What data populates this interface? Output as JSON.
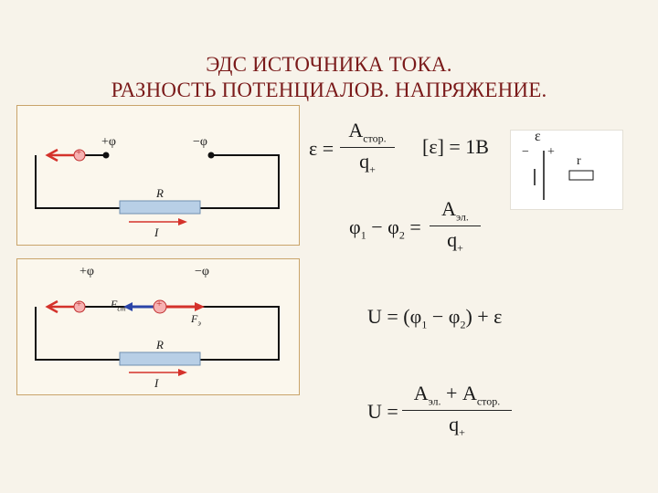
{
  "title": {
    "line1": "ЭДС ИСТОЧНИКА ТОКА.",
    "line2": "РАЗНОСТЬ ПОТЕНЦИАЛОВ. НАПРЯЖЕНИЕ."
  },
  "circuit1": {
    "plus_phi": "+φ",
    "minus_phi": "−φ",
    "charge": "+",
    "resistor_label": "R",
    "current_label": "I"
  },
  "circuit2": {
    "plus_phi": "+φ",
    "minus_phi": "−φ",
    "charge_left": "+",
    "charge_mid": "+",
    "force_ext_symbol": "F",
    "force_ext_sub": "ст",
    "force_el_symbol": "F",
    "force_el_sub": "э",
    "resistor_label": "R",
    "current_label": "I"
  },
  "source_symbol": {
    "emf": "ε",
    "minus": "−",
    "plus": "+",
    "r": "r"
  },
  "formulas": {
    "emf_lhs": "ε =",
    "emf_num": "A",
    "emf_num_sub": "стор.",
    "emf_den": "q",
    "emf_den_sub": "+",
    "unit": "[ε] = 1В",
    "phi_lhs_1": "φ",
    "phi_sub_1": "1",
    "phi_minus": " − φ",
    "phi_sub_2": "2",
    "phi_eq": " =",
    "phi_num": "A",
    "phi_num_sub": "эл.",
    "phi_den": "q",
    "phi_den_sub": "+",
    "u1_text_a": "U = (φ",
    "u1_sub1": "1",
    "u1_text_b": " − φ",
    "u1_sub2": "2",
    "u1_text_c": ") + ε",
    "u2_lhs": "U =",
    "u2_num_a": "A",
    "u2_num_a_sub": "эл.",
    "u2_num_plus": " + A",
    "u2_num_b_sub": "стор.",
    "u2_den": "q",
    "u2_den_sub": "+"
  },
  "colors": {
    "title": "#7a1a1a",
    "panel_border": "#c9a46a",
    "resistor": "#b8cfe6",
    "red_arrow": "#d4322b",
    "blue_arrow": "#2a44a8"
  }
}
